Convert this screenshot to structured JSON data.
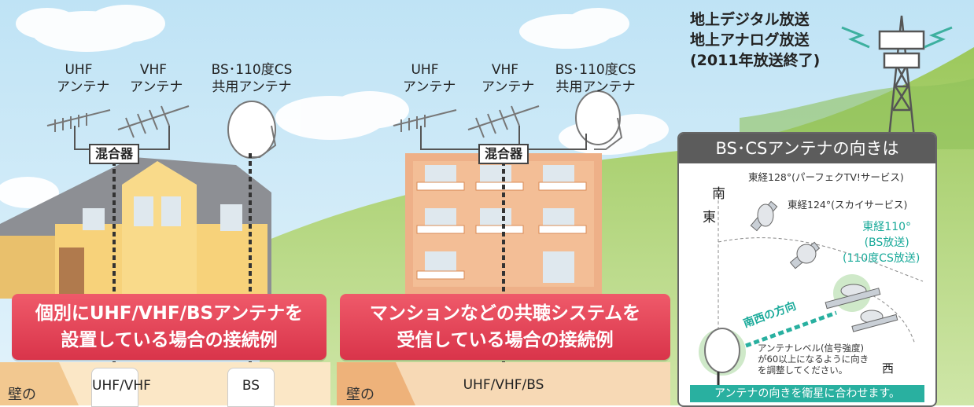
{
  "house_left": {
    "antennas": [
      {
        "line1": "UHF",
        "line2": "アンテナ"
      },
      {
        "line1": "VHF",
        "line2": "アンテナ"
      },
      {
        "line1": "BS･110度CS",
        "line2": "共用アンテナ"
      }
    ],
    "mixer": "混合器",
    "banner_line1": "個別にUHF/VHF/BSアンテナを",
    "banner_line2": "設置している場合の接続例",
    "wall_label": "壁の",
    "socket1": "UHF/VHF",
    "socket2": "BS"
  },
  "house_right": {
    "antennas": [
      {
        "line1": "UHF",
        "line2": "アンテナ"
      },
      {
        "line1": "VHF",
        "line2": "アンテナ"
      },
      {
        "line1": "BS･110度CS",
        "line2": "共用アンテナ"
      }
    ],
    "mixer": "混合器",
    "banner_line1": "マンションなどの共聴システムを",
    "banner_line2": "受信している場合の接続例",
    "wall_label": "壁の",
    "socket1": "UHF/VHF/BS"
  },
  "tower": {
    "line1": "地上デジタル放送",
    "line2": "地上アナログ放送",
    "line3": "(2011年放送終了)"
  },
  "panel": {
    "title": "BS･CSアンテナの向きは",
    "sat128": "東経128°(パーフェクTV!サービス)",
    "sat124": "東経124°(スカイサービス)",
    "sat110_l1": "東経110°",
    "sat110_l2": "(BS放送)",
    "sat110_l3": "(110度CS放送)",
    "south": "南",
    "east": "東",
    "west": "西",
    "southwest": "南西の方向",
    "note_l1": "アンテナレベル(信号強度)",
    "note_l2": "が60以上になるように向き",
    "note_l3": "を調整してください。",
    "footer": "アンテナの向きを衛星に合わせます。"
  },
  "colors": {
    "sky": "#cfe9f6",
    "hill": "#a9cf6e",
    "house_wall": "#f7d27a",
    "mansion_wall": "#eeb088",
    "banner": "#e2455a",
    "teal": "#1aaa9a"
  }
}
